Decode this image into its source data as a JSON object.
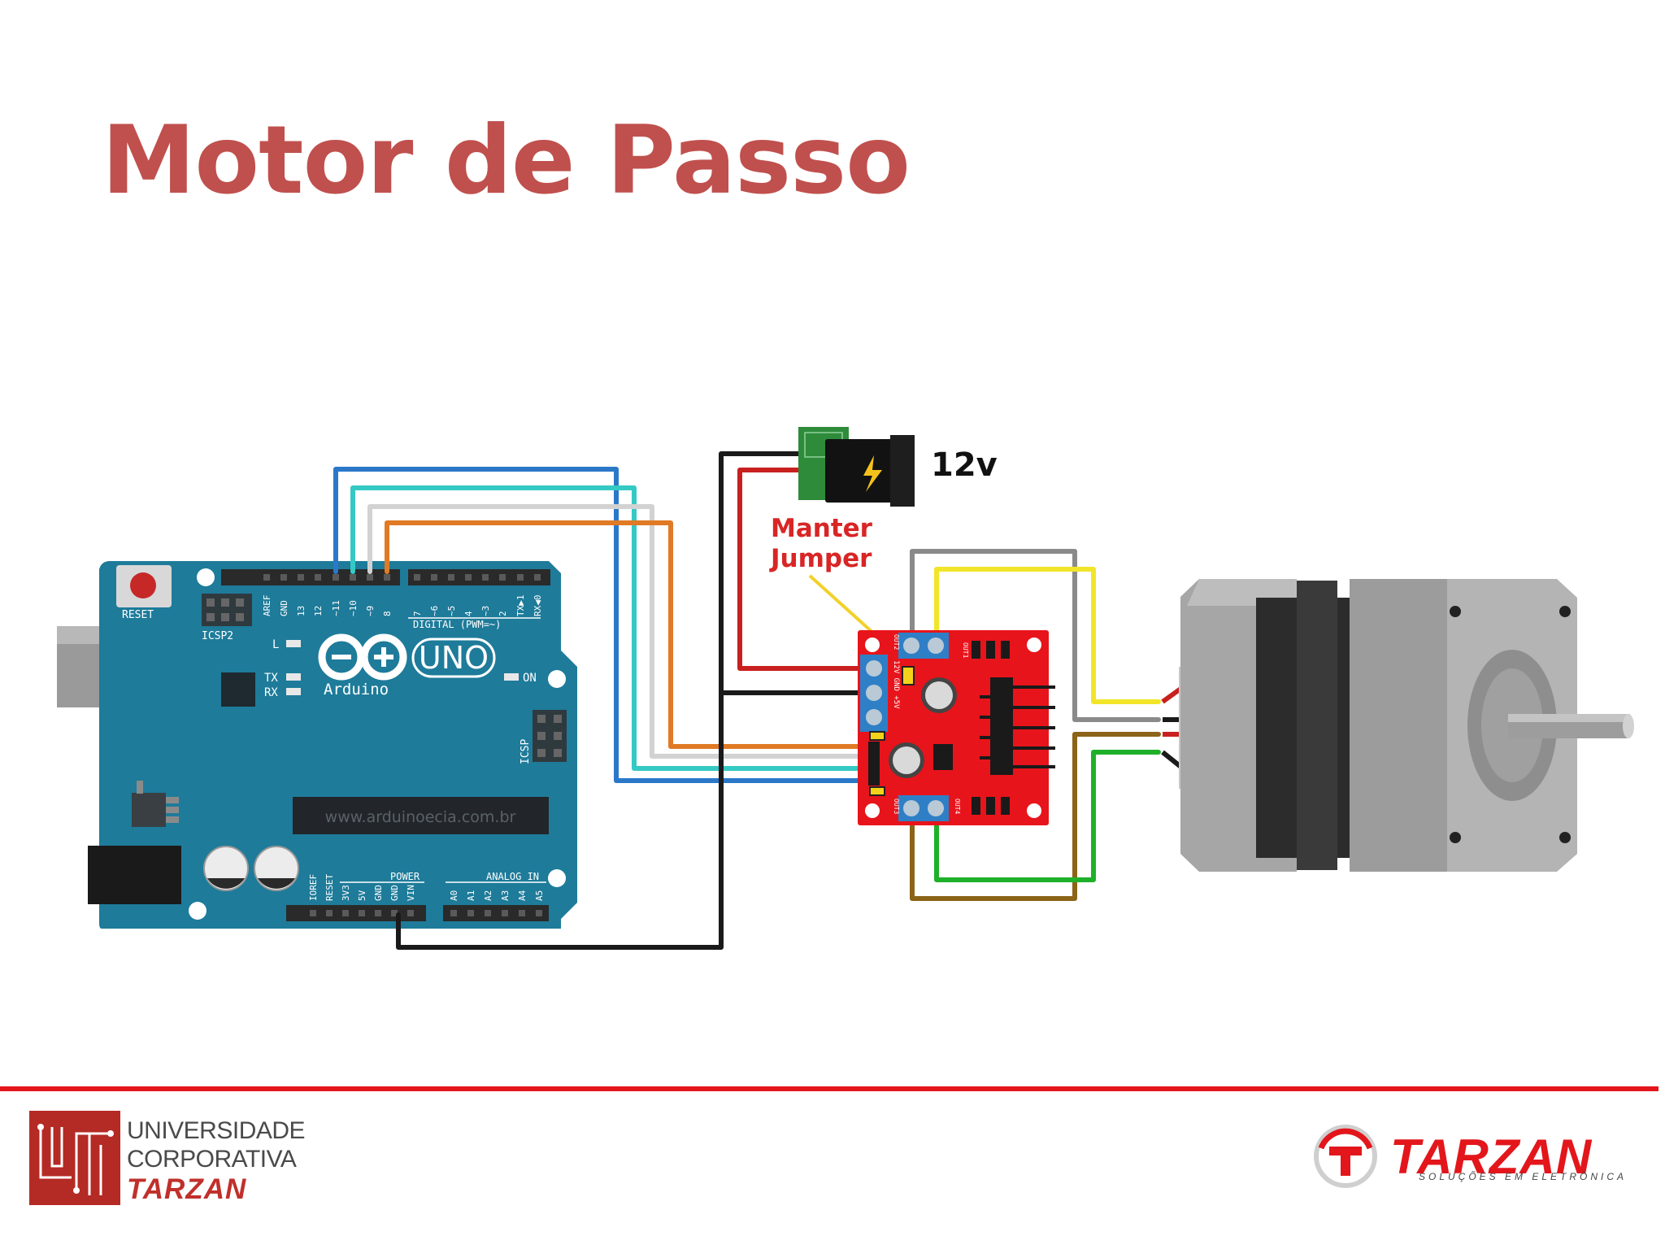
{
  "slide": {
    "title": "Motor de Passo"
  },
  "diagram": {
    "power_label": "12v",
    "note_line1": "Manter",
    "note_line2": "Jumper",
    "arduino": {
      "brand": "Arduino",
      "model": "UNO",
      "website": "www.arduinoecia.com.br",
      "labels": {
        "reset": "RESET",
        "icsp2": "ICSP2",
        "icsp": "ICSP",
        "digital": "DIGITAL (PWM=~)",
        "power": "POWER",
        "analog": "ANALOG IN",
        "led_l": "L",
        "led_tx": "TX",
        "led_rx": "RX",
        "led_on": "ON"
      },
      "digital_pins": [
        "AREF",
        "GND",
        "13",
        "12",
        "~11",
        "~10",
        "~9",
        "8",
        "7",
        "~6",
        "~5",
        "4",
        "~3",
        "2",
        "TX▶1",
        "RX◀0"
      ],
      "power_pins": [
        "IOREF",
        "RESET",
        "3V3",
        "5V",
        "GND",
        "GND",
        "VIN"
      ],
      "analog_pins": [
        "A0",
        "A1",
        "A2",
        "A3",
        "A4",
        "A5"
      ]
    },
    "driver": {
      "out1": "OUT1",
      "out2": "OUT2",
      "out3": "OUT3",
      "out4": "OUT4",
      "power_terminals": "12V GND +5V"
    },
    "wire_colors": {
      "blue": "#2b78c9",
      "cyan": "#35c9c4",
      "white": "#d8d8d8",
      "orange": "#e07a25",
      "red": "#c8201e",
      "black": "#1a1a1a",
      "gray": "#8a8a8a",
      "yellow": "#f2e529",
      "brown": "#8b6417",
      "green": "#1fb02a"
    }
  },
  "footer": {
    "left_logo_line1": "UNIVERSIDADE",
    "left_logo_line2": "CORPORATIVA",
    "left_logo_line3": "TARZAN",
    "right_logo_name": "TARZAN",
    "right_logo_tagline": "SOLUÇÕES EM ELETRÔNICA",
    "accent_color": "#e3161b"
  }
}
